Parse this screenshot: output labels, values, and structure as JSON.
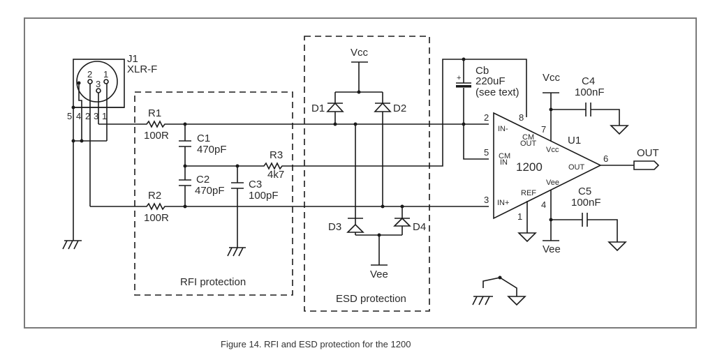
{
  "caption": "Figure 14. RFI and ESD protection for the 1200",
  "connector": {
    "ref": "J1",
    "type": "XLR-F",
    "socket_pins": [
      "2",
      "3",
      "1"
    ],
    "terminal_labels": [
      "5",
      "4",
      "2",
      "3",
      "1"
    ]
  },
  "blocks": {
    "rfi": "RFI protection",
    "esd": "ESD protection"
  },
  "components": {
    "R1": {
      "ref": "R1",
      "value": "100R"
    },
    "R2": {
      "ref": "R2",
      "value": "100R"
    },
    "R3": {
      "ref": "R3",
      "value": "4k7"
    },
    "C1": {
      "ref": "C1",
      "value": "470pF"
    },
    "C2": {
      "ref": "C2",
      "value": "470pF"
    },
    "C3": {
      "ref": "C3",
      "value": "100pF"
    },
    "C4": {
      "ref": "C4",
      "value": "100nF"
    },
    "C5": {
      "ref": "C5",
      "value": "100nF"
    },
    "Cb": {
      "ref": "Cb",
      "value": "220uF",
      "note": "(see text)",
      "polarity": "+"
    },
    "D1": {
      "ref": "D1"
    },
    "D2": {
      "ref": "D2"
    },
    "D3": {
      "ref": "D3"
    },
    "D4": {
      "ref": "D4"
    }
  },
  "ic": {
    "ref": "U1",
    "part": "1200",
    "pins": {
      "in_minus": {
        "num": "2",
        "name": "IN-"
      },
      "cm_in": {
        "num": "5",
        "name_top": "CM",
        "name_bot": "IN"
      },
      "in_plus": {
        "num": "3",
        "name": "IN+"
      },
      "cm_out": {
        "num": "8",
        "name_top": "CM",
        "name_bot": "OUT"
      },
      "vcc": {
        "num": "7",
        "name": "Vcc"
      },
      "out": {
        "num": "6",
        "name": "OUT"
      },
      "vee": {
        "num": "4",
        "name": "Vee"
      },
      "ref": {
        "num": "1",
        "name": "REF"
      }
    }
  },
  "rails": {
    "vcc": "Vcc",
    "vee": "Vee"
  },
  "output_port": "OUT"
}
